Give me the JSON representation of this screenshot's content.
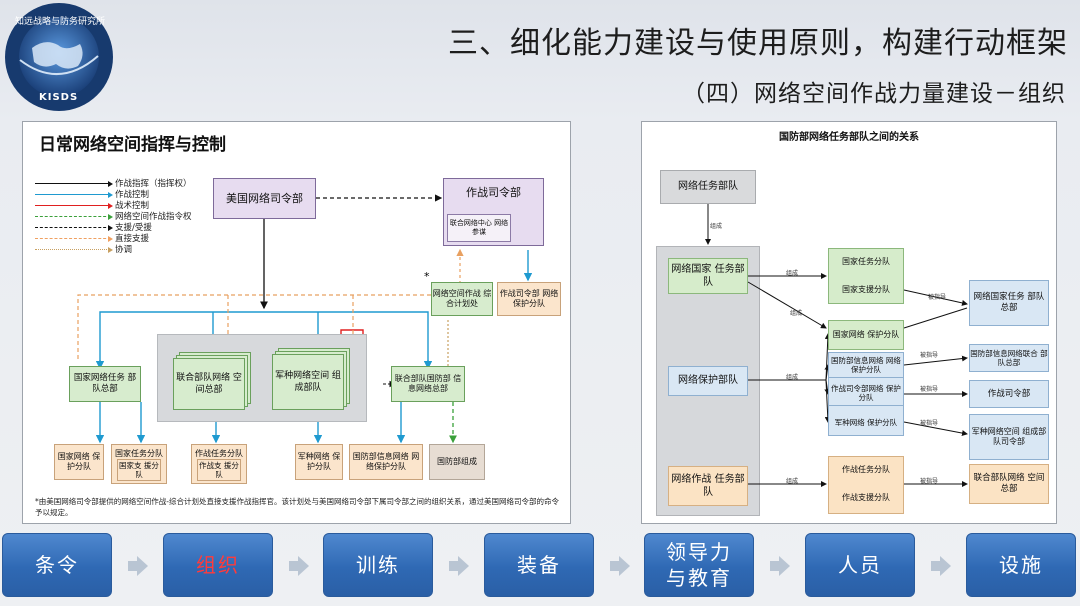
{
  "header": {
    "logo_top_text": "知远战略与防务研究所",
    "logo_bottom_text": "KISDS",
    "main_title": "三、细化能力建设与使用原则，构建行动框架",
    "sub_title": "（四）网络空间作战力量建设－组织"
  },
  "left_diagram": {
    "title": "日常网络空间指挥与控制",
    "legend": [
      {
        "label": "作战指挥（指挥权）",
        "color": "#111111",
        "style": "solid"
      },
      {
        "label": "作战控制",
        "color": "#1f9ad0",
        "style": "solid"
      },
      {
        "label": "战术控制",
        "color": "#e02020",
        "style": "solid"
      },
      {
        "label": "网络空间作战指令权",
        "color": "#3aa03a",
        "style": "dashed"
      },
      {
        "label": "支援/受援",
        "color": "#111111",
        "style": "dashed"
      },
      {
        "label": "直接支援",
        "color": "#f0a060",
        "style": "dashed"
      },
      {
        "label": "协调",
        "color": "#c8a060",
        "style": "dotted"
      }
    ],
    "boxes": {
      "cybercom": "美国网络司令部",
      "combatant_cmd": "作战司令部",
      "jfhq_cyber_staff": "联合网络中心 网络参谋",
      "jcpo": "网络空间作战 综合计划处",
      "ccmd_protect": "作战司令部 网络保护分队",
      "asterisk": "*",
      "nmt_hq": "国家网络任务 部队总部",
      "jfhq_cyber": "联合部队网络 空间总部",
      "service_cyber": "军种网络空间 组成部队",
      "disa_jfhq": "联合部队国防部 信息网络总部",
      "nat_protect": "国家网络 保护分队",
      "nat_mission": "国家任务分队",
      "nat_support": "国家支 援分队",
      "combat_mission": "作战任务分队",
      "combat_support": "作战支 援分队",
      "service_protect": "军种网络 保护分队",
      "dodin_protect": "国防部信息网络 网络保护分队",
      "dod_components": "国防部组成"
    },
    "footnote": "*由美国网络司令部提供的网络空间作战-综合计划处直接支援作战指挥官。该计划处与美国网络司令部下属司令部之间的组织关系，通过美国网络司令部的命令予以规定。"
  },
  "right_diagram": {
    "title": "国防部网络任务部队之间的关系",
    "cmf": "网络任务部队",
    "compose": "组成",
    "nmf": "网络国家 任务部队",
    "cpf": "网络保护部队",
    "cmf2": "网络作战 任务部队",
    "nmt": "国家任务分队",
    "nst": "国家支援分队",
    "ncpt": "国家网络 保护分队",
    "dodin_cpt": "国防部信息网络 网络保护分队",
    "ccmd_cpt": "作战司令部网络 保护分队",
    "svc_cpt": "军种网络 保护分队",
    "cmt": "作战任务分队",
    "cst": "作战支援分队",
    "nmf_hq": "网络国家任务 部队总部",
    "disa_hq": "国防部信息网络联合 部队总部",
    "ccmd": "作战司令部",
    "svc_hq": "军种网络空间 组成部队司令部",
    "jfhq_c": "联合部队网络 空间总部",
    "lbl_compose": "组成",
    "lbl_directed": "被指导"
  },
  "nav": {
    "items": [
      "条令",
      "组织",
      "训练",
      "装备",
      "领导力与教育",
      "人员",
      "设施"
    ],
    "active": "组织",
    "active_color": "#ff3b3b"
  }
}
